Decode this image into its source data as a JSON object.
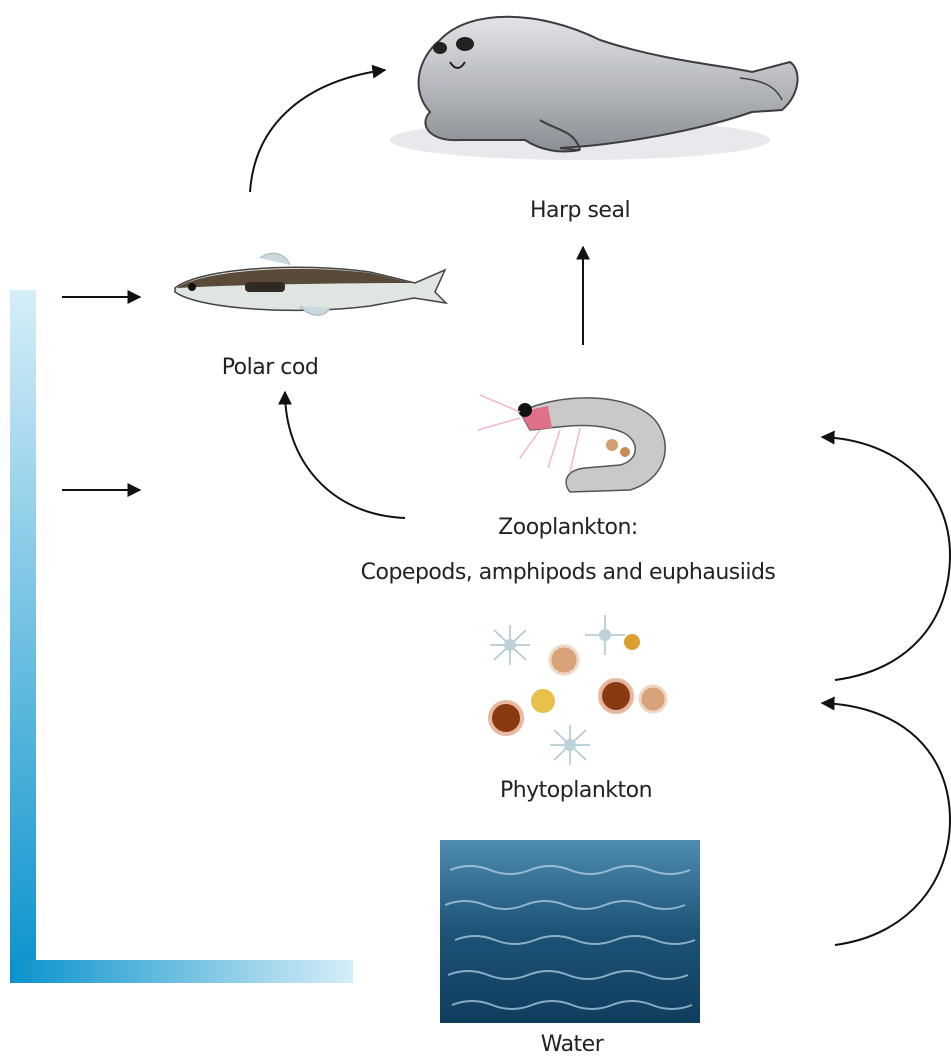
{
  "labels": {
    "harp_seal": "Harp seal",
    "polar_cod": "Polar cod",
    "zooplankton_title": "Zooplankton:",
    "zooplankton_types": "Copepods, amphipods and euphausiids",
    "phytoplankton": "Phytoplankton",
    "water": "Water"
  },
  "colors": {
    "seal": "#a9acb2",
    "fish_back": "#5a4a3a",
    "fish_belly": "#dfe6e2",
    "water_dark": "#0f3d5e",
    "water_light": "#4f8db0",
    "bar_dark": "#0a92cc",
    "bar_light": "#d6eef8",
    "arrow": "#111111"
  }
}
